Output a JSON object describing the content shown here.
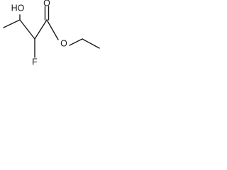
{
  "structure": {
    "atoms": {
      "hydroxyl": "HO",
      "carbonyl_oxygen": "O",
      "ester_oxygen": "O",
      "fluorine": "F"
    },
    "colors": {
      "bond": "#1a1a1a",
      "label": "#1a1a1a",
      "background": "#ffffff"
    }
  }
}
